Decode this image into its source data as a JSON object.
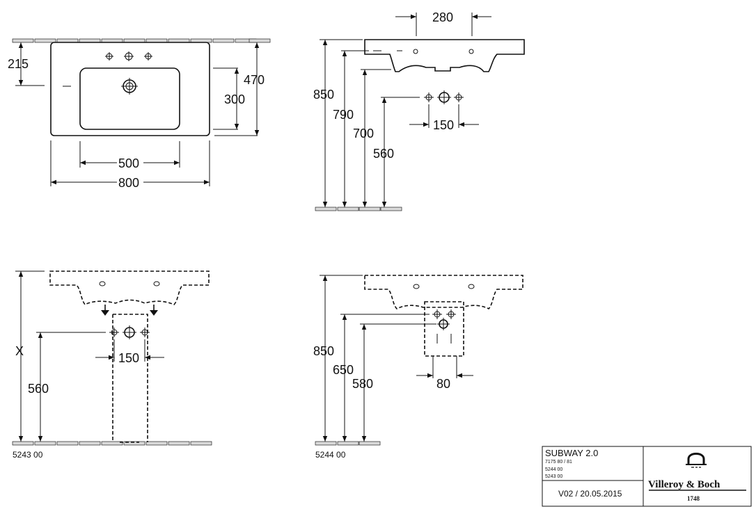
{
  "views": {
    "top": {
      "d215": "215",
      "d470": "470",
      "d300": "300",
      "d500": "500",
      "d800": "800"
    },
    "side": {
      "d280": "280",
      "d850": "850",
      "d790": "790",
      "d700": "700",
      "d560": "560",
      "d150": "150"
    },
    "pedestal_5243": {
      "dx": "X",
      "d560": "560",
      "d150": "150",
      "code": "5243 00"
    },
    "pedestal_5244": {
      "d850": "850",
      "d650": "650",
      "d580": "580",
      "d80": "80",
      "code": "5244 00"
    }
  },
  "title_block": {
    "name": "SUBWAY 2.0",
    "ref1": "7175 80 / 81",
    "ref2": "5244 00",
    "ref3": "5243 00",
    "version": "V02 / 20.05.2015",
    "brand": "Villeroy & Boch",
    "year": "1748"
  },
  "colors": {
    "line": "#111111",
    "floor_tile": "#d9d9d9"
  }
}
